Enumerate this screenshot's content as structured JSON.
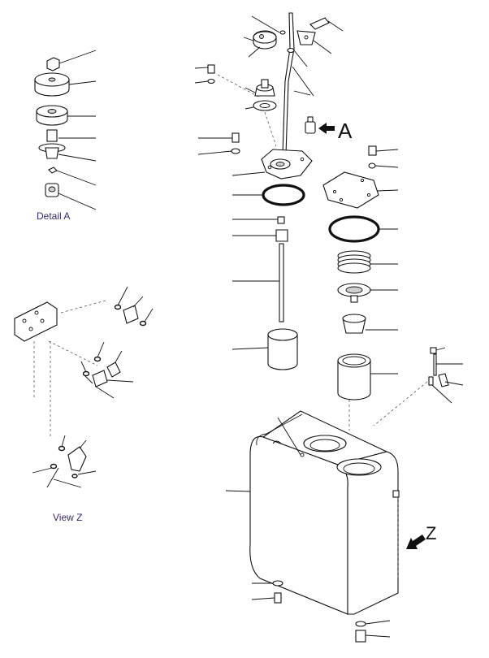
{
  "labels": {
    "detail_a": "Detail A",
    "view_z": "View Z",
    "arrow_a": "A",
    "arrow_z": "Z"
  },
  "colors": {
    "line": "#111111",
    "caption": "#3a2a6a"
  }
}
